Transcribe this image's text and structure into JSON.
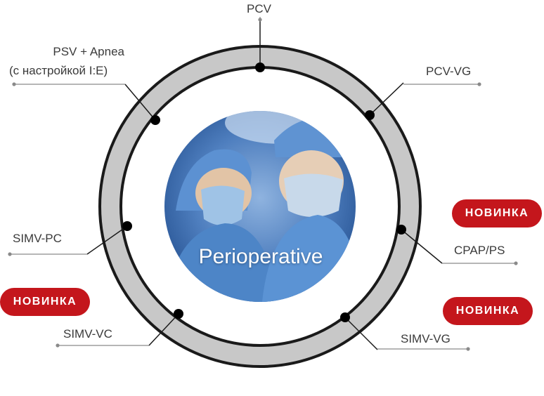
{
  "diagram": {
    "center_label": "Perioperative",
    "modes": {
      "pcv": "PCV",
      "psv_apnea_line1": "PSV + Apnea",
      "psv_apnea_line2": "(с настройкой I:E)",
      "pcv_vg": "PCV-VG",
      "simv_pc": "SIMV-PC",
      "cpap_ps": "CPAP/PS",
      "simv_vc": "SIMV-VC",
      "simv_vg": "SIMV-VG"
    },
    "badges": {
      "new_cpap": "НОВИНКА",
      "new_simv_vc": "НОВИНКА",
      "new_simv_vg": "НОВИНКА"
    },
    "colors": {
      "ring_fill": "#c8c8c8",
      "ring_stroke": "#1a1a1a",
      "leader_line": "#8a8a8a",
      "badge": "#c4161c",
      "photo_blue": "#3f6fb0"
    }
  }
}
